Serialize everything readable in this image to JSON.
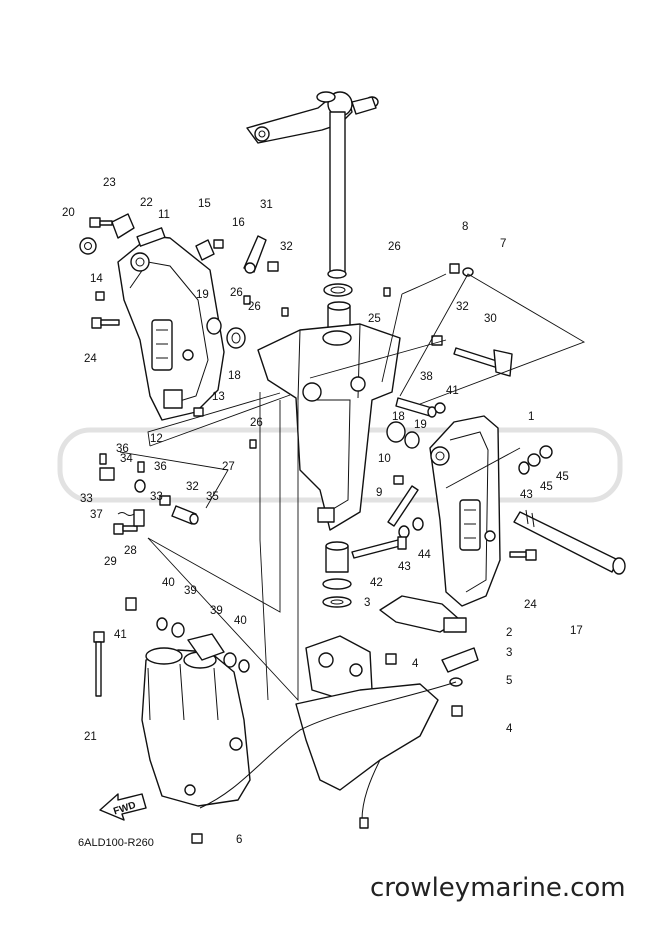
{
  "diagram": {
    "code": "6ALD100-R260",
    "website": "crowleymarine.com",
    "fwd_label": "FWD",
    "callouts": [
      {
        "id": "c23",
        "text": "23"
      },
      {
        "id": "c22",
        "text": "22"
      },
      {
        "id": "c20",
        "text": "20"
      },
      {
        "id": "c11",
        "text": "11"
      },
      {
        "id": "c15",
        "text": "15"
      },
      {
        "id": "c16",
        "text": "16"
      },
      {
        "id": "c31",
        "text": "31"
      },
      {
        "id": "c14",
        "text": "14"
      },
      {
        "id": "c32a",
        "text": "32"
      },
      {
        "id": "c26a",
        "text": "26"
      },
      {
        "id": "c8",
        "text": "8"
      },
      {
        "id": "c7",
        "text": "7"
      },
      {
        "id": "c19a",
        "text": "19"
      },
      {
        "id": "c26b",
        "text": "26"
      },
      {
        "id": "c26c",
        "text": "26"
      },
      {
        "id": "c24a",
        "text": "24"
      },
      {
        "id": "c25",
        "text": "25"
      },
      {
        "id": "c32b",
        "text": "32"
      },
      {
        "id": "c30",
        "text": "30"
      },
      {
        "id": "c18a",
        "text": "18"
      },
      {
        "id": "c38",
        "text": "38"
      },
      {
        "id": "c41a",
        "text": "41"
      },
      {
        "id": "c13",
        "text": "13"
      },
      {
        "id": "c18b",
        "text": "18"
      },
      {
        "id": "c19b",
        "text": "19"
      },
      {
        "id": "c1",
        "text": "1"
      },
      {
        "id": "c12",
        "text": "12"
      },
      {
        "id": "c36a",
        "text": "36"
      },
      {
        "id": "c26d",
        "text": "26"
      },
      {
        "id": "c34",
        "text": "34"
      },
      {
        "id": "c36b",
        "text": "36"
      },
      {
        "id": "c27",
        "text": "27"
      },
      {
        "id": "c10",
        "text": "10"
      },
      {
        "id": "c45a",
        "text": "45"
      },
      {
        "id": "c45b",
        "text": "45"
      },
      {
        "id": "c43a",
        "text": "43"
      },
      {
        "id": "c33a",
        "text": "33"
      },
      {
        "id": "c32c",
        "text": "32"
      },
      {
        "id": "c9",
        "text": "9"
      },
      {
        "id": "c33b",
        "text": "33"
      },
      {
        "id": "c35",
        "text": "35"
      },
      {
        "id": "c37",
        "text": "37"
      },
      {
        "id": "c28",
        "text": "28"
      },
      {
        "id": "c44",
        "text": "44"
      },
      {
        "id": "c43b",
        "text": "43"
      },
      {
        "id": "c29",
        "text": "29"
      },
      {
        "id": "c42",
        "text": "42"
      },
      {
        "id": "c24b",
        "text": "24"
      },
      {
        "id": "c40a",
        "text": "40"
      },
      {
        "id": "c39a",
        "text": "39"
      },
      {
        "id": "c3a",
        "text": "3"
      },
      {
        "id": "c17",
        "text": "17"
      },
      {
        "id": "c39b",
        "text": "39"
      },
      {
        "id": "c40b",
        "text": "40"
      },
      {
        "id": "c2",
        "text": "2"
      },
      {
        "id": "c41b",
        "text": "41"
      },
      {
        "id": "c3b",
        "text": "3"
      },
      {
        "id": "c4a",
        "text": "4"
      },
      {
        "id": "c5",
        "text": "5"
      },
      {
        "id": "c21",
        "text": "21"
      },
      {
        "id": "c4b",
        "text": "4"
      },
      {
        "id": "c6",
        "text": "6"
      }
    ]
  }
}
